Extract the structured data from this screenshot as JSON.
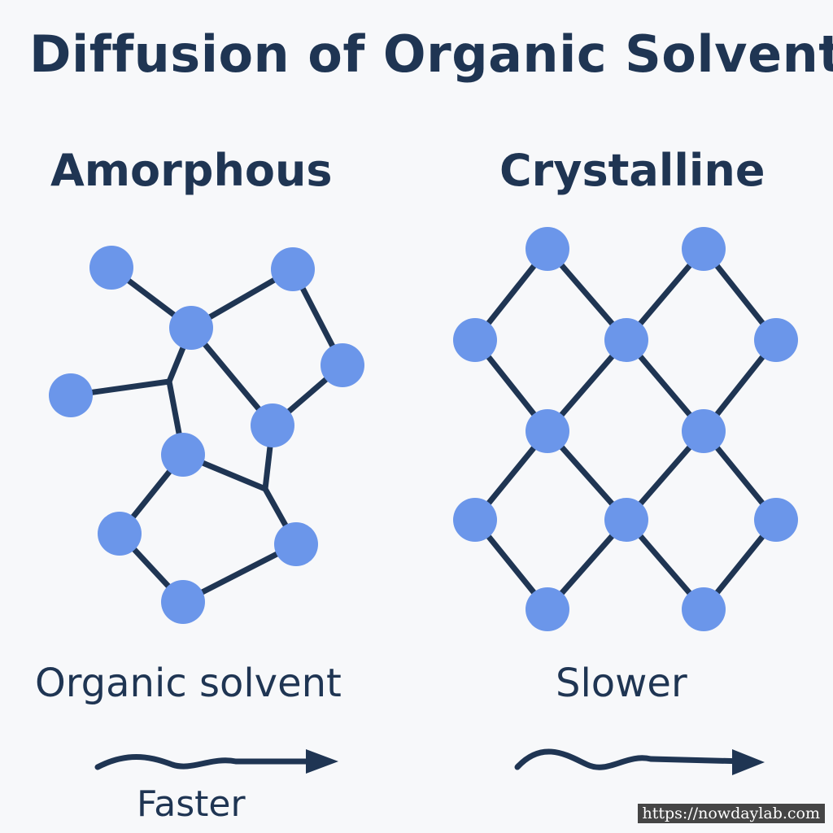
{
  "title": "Diffusion of Organic Solvent",
  "amorphous": {
    "heading": "Amorphous",
    "solvent_label": "Organic solvent",
    "rate_label": "Faster"
  },
  "crystalline": {
    "heading": "Crystalline",
    "rate_label": "Slower"
  },
  "watermark": "https://nowdaylab.com",
  "colors": {
    "background": "#f7f8fa",
    "text": "#1f3553",
    "node": "#6b96ea",
    "bond": "#1f3553",
    "watermark_bg": "#454545"
  },
  "icons": {
    "amorphous_arrow": "wavy-arrow-right-icon",
    "crystalline_arrow": "wavy-arrow-right-icon"
  }
}
